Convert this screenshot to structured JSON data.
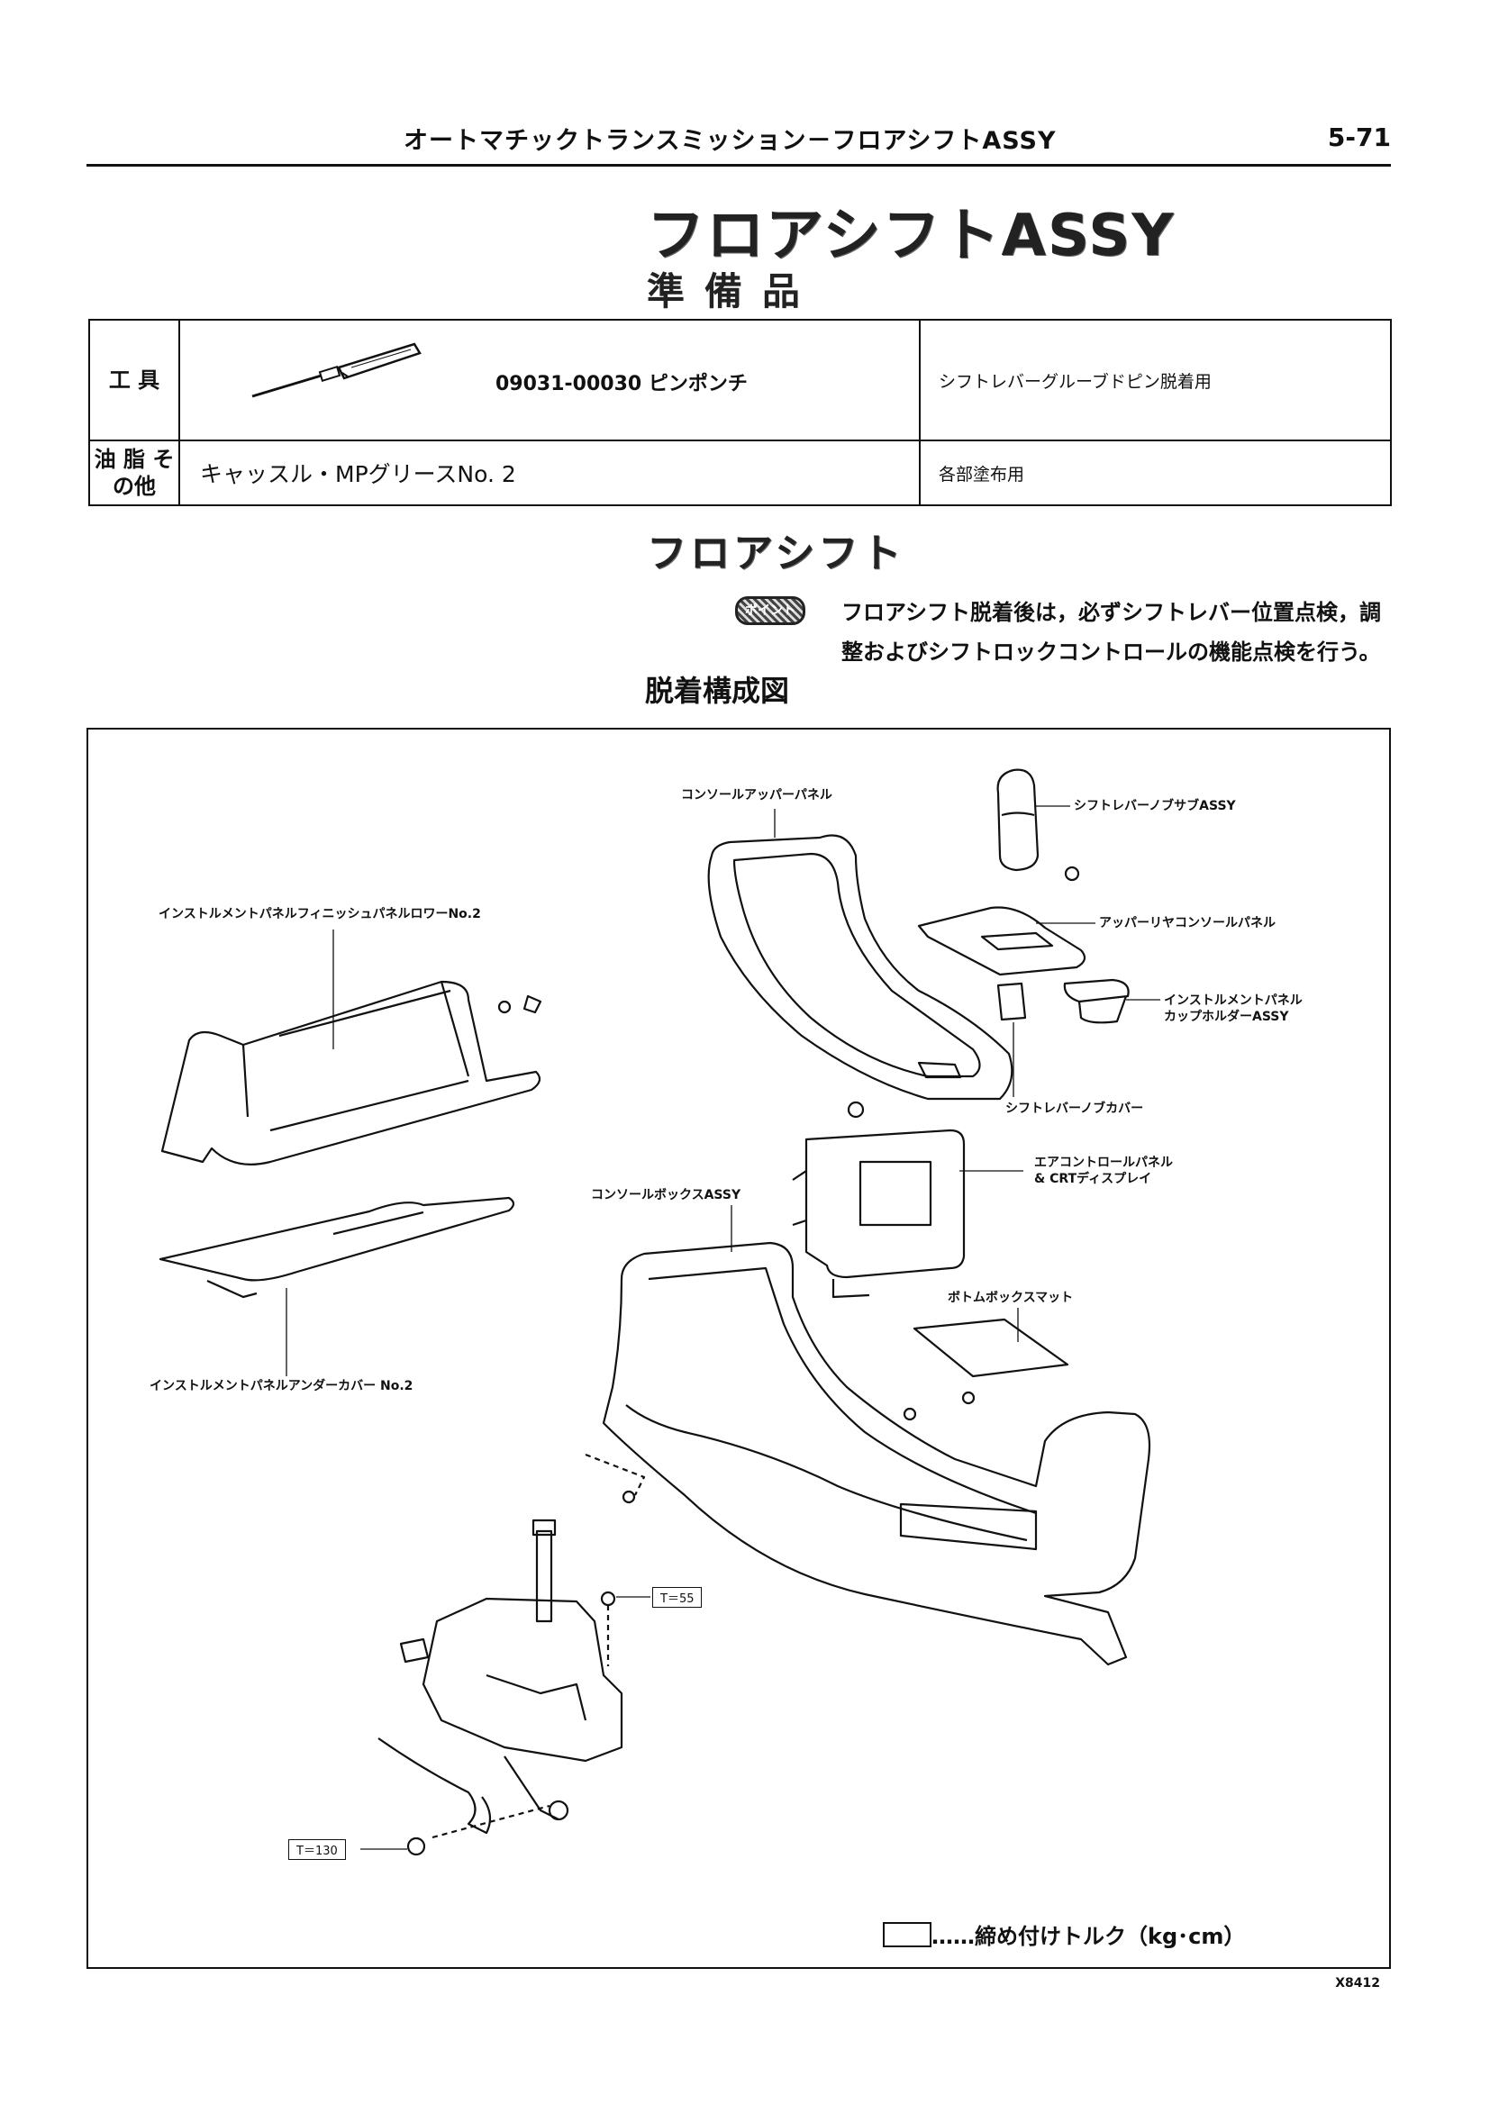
{
  "header": {
    "title": "オートマチックトランスミッション－フロアシフトASSY",
    "page_number": "5-71"
  },
  "main_title": "フロアシフトASSY",
  "preparation": {
    "title": "準備品",
    "rows": [
      {
        "category": "工 具",
        "item": "09031-00030  ピンポンチ",
        "usage": "シフトレバーグルーブドピン脱着用"
      },
      {
        "category": "油 脂 その他",
        "item": "キャッスル・MPグリースNo. 2",
        "usage": "各部塗布用"
      }
    ]
  },
  "section": {
    "title": "フロアシフト",
    "point_badge": "ポイント",
    "note_line1": "フロアシフト脱着後は，必ずシフトレバー位置点検，調",
    "note_line2": "整およびシフトロックコントロールの機能点検を行う。"
  },
  "diagram": {
    "title": "脱着構成図",
    "labels": {
      "console_upper_panel": "コンソールアッパーパネル",
      "shift_knob": "シフトレバーノブサブASSY",
      "upper_rear_console_panel": "アッパーリヤコンソールパネル",
      "cup_holder_1": "インストルメントパネル",
      "cup_holder_2": "カップホルダーASSY",
      "shift_knob_cover": "シフトレバーノブカバー",
      "finish_panel_lower": "インストルメントパネルフィニッシュパネルロワーNo.2",
      "ac_panel_1": "エアコントロールパネル",
      "ac_panel_2": "&  CRTディスプレイ",
      "console_box": "コンソールボックスASSY",
      "bottom_mat": "ボトムボックスマット",
      "under_cover": "インストルメントパネルアンダーカバー No.2"
    },
    "torques": [
      "T＝55",
      "T＝130"
    ],
    "legend": "……締め付けトルク（kg･cm）",
    "figure_id": "X8412"
  }
}
